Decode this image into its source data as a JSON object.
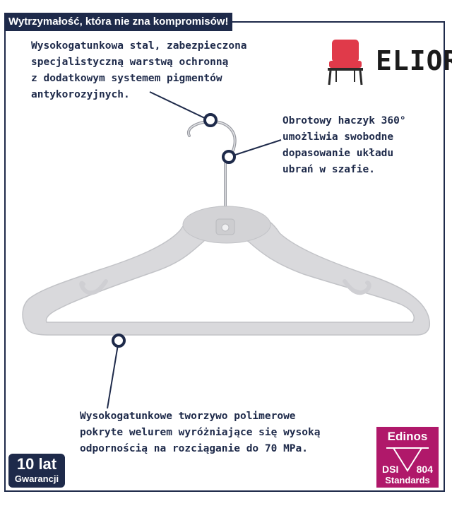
{
  "headline": "Wytrzymałość, która nie zna kompromisów!",
  "callouts": {
    "steel": "Wysokogatunkowa stal, zabezpieczona\nspecjalistyczną warstwą ochronną\nz dodatkowym systemem pigmentów\nantykorozyjnych.",
    "hook": "Obrotowy haczyk 360°\numożliwia swobodne\ndopasowanie układu\nubrań w szafie.",
    "polymer": "Wysokogatunkowe tworzywo polimerowe\npokryte welurem wyróżniające się wysoką\nodpornością na rozciąganie do 70 MPa."
  },
  "brand": {
    "name": "ELIOR",
    "icon": "chair-icon"
  },
  "warranty": {
    "line1": "10 lat",
    "line2": "Gwarancji"
  },
  "certificate": {
    "top": "Edinos",
    "left": "DSI",
    "right": "804",
    "bottom": "Standards"
  },
  "colors": {
    "navy": "#1e2a4a",
    "hanger": "#d9d9dc",
    "magenta": "#b0186a",
    "chair": "#e03a4a"
  }
}
